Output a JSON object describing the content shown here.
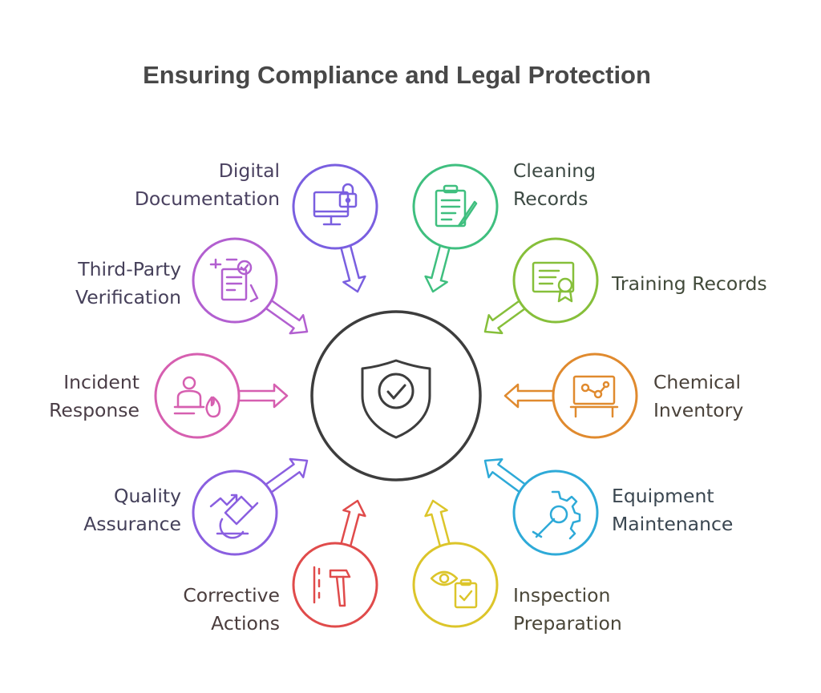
{
  "title": "Ensuring Compliance and Legal Protection",
  "center": {
    "icon": "shield-check-icon",
    "color": "#3d3d3d"
  },
  "nodes": [
    {
      "id": "digital-documentation",
      "label": "Digital\nDocumentation",
      "icon": "monitor-lock-icon",
      "color": "#7a5fe0"
    },
    {
      "id": "cleaning-records",
      "label": "Cleaning\nRecords",
      "icon": "clipboard-pencil-icon",
      "color": "#3fbf7f"
    },
    {
      "id": "training-records",
      "label": "Training Records",
      "icon": "certificate-icon",
      "color": "#86bf3a"
    },
    {
      "id": "chemical-inventory",
      "label": "Chemical\nInventory",
      "icon": "molecule-board-icon",
      "color": "#e08a2e"
    },
    {
      "id": "equipment-maintenance",
      "label": "Equipment\nMaintenance",
      "icon": "gear-wrench-icon",
      "color": "#2eaad8"
    },
    {
      "id": "inspection-preparation",
      "label": "Inspection\nPreparation",
      "icon": "eye-clipboard-icon",
      "color": "#dcc52a"
    },
    {
      "id": "corrective-actions",
      "label": "Corrective\nActions",
      "icon": "hammer-icon",
      "color": "#e04b4b"
    },
    {
      "id": "quality-assurance",
      "label": "Quality\nAssurance",
      "icon": "microscope-icon",
      "color": "#8a5fe0"
    },
    {
      "id": "incident-response",
      "label": "Incident\nResponse",
      "icon": "person-fire-icon",
      "color": "#d65fb0"
    },
    {
      "id": "third-party-verification",
      "label": "Third-Party\nVerification",
      "icon": "document-check-icon",
      "color": "#b25fd0"
    }
  ]
}
